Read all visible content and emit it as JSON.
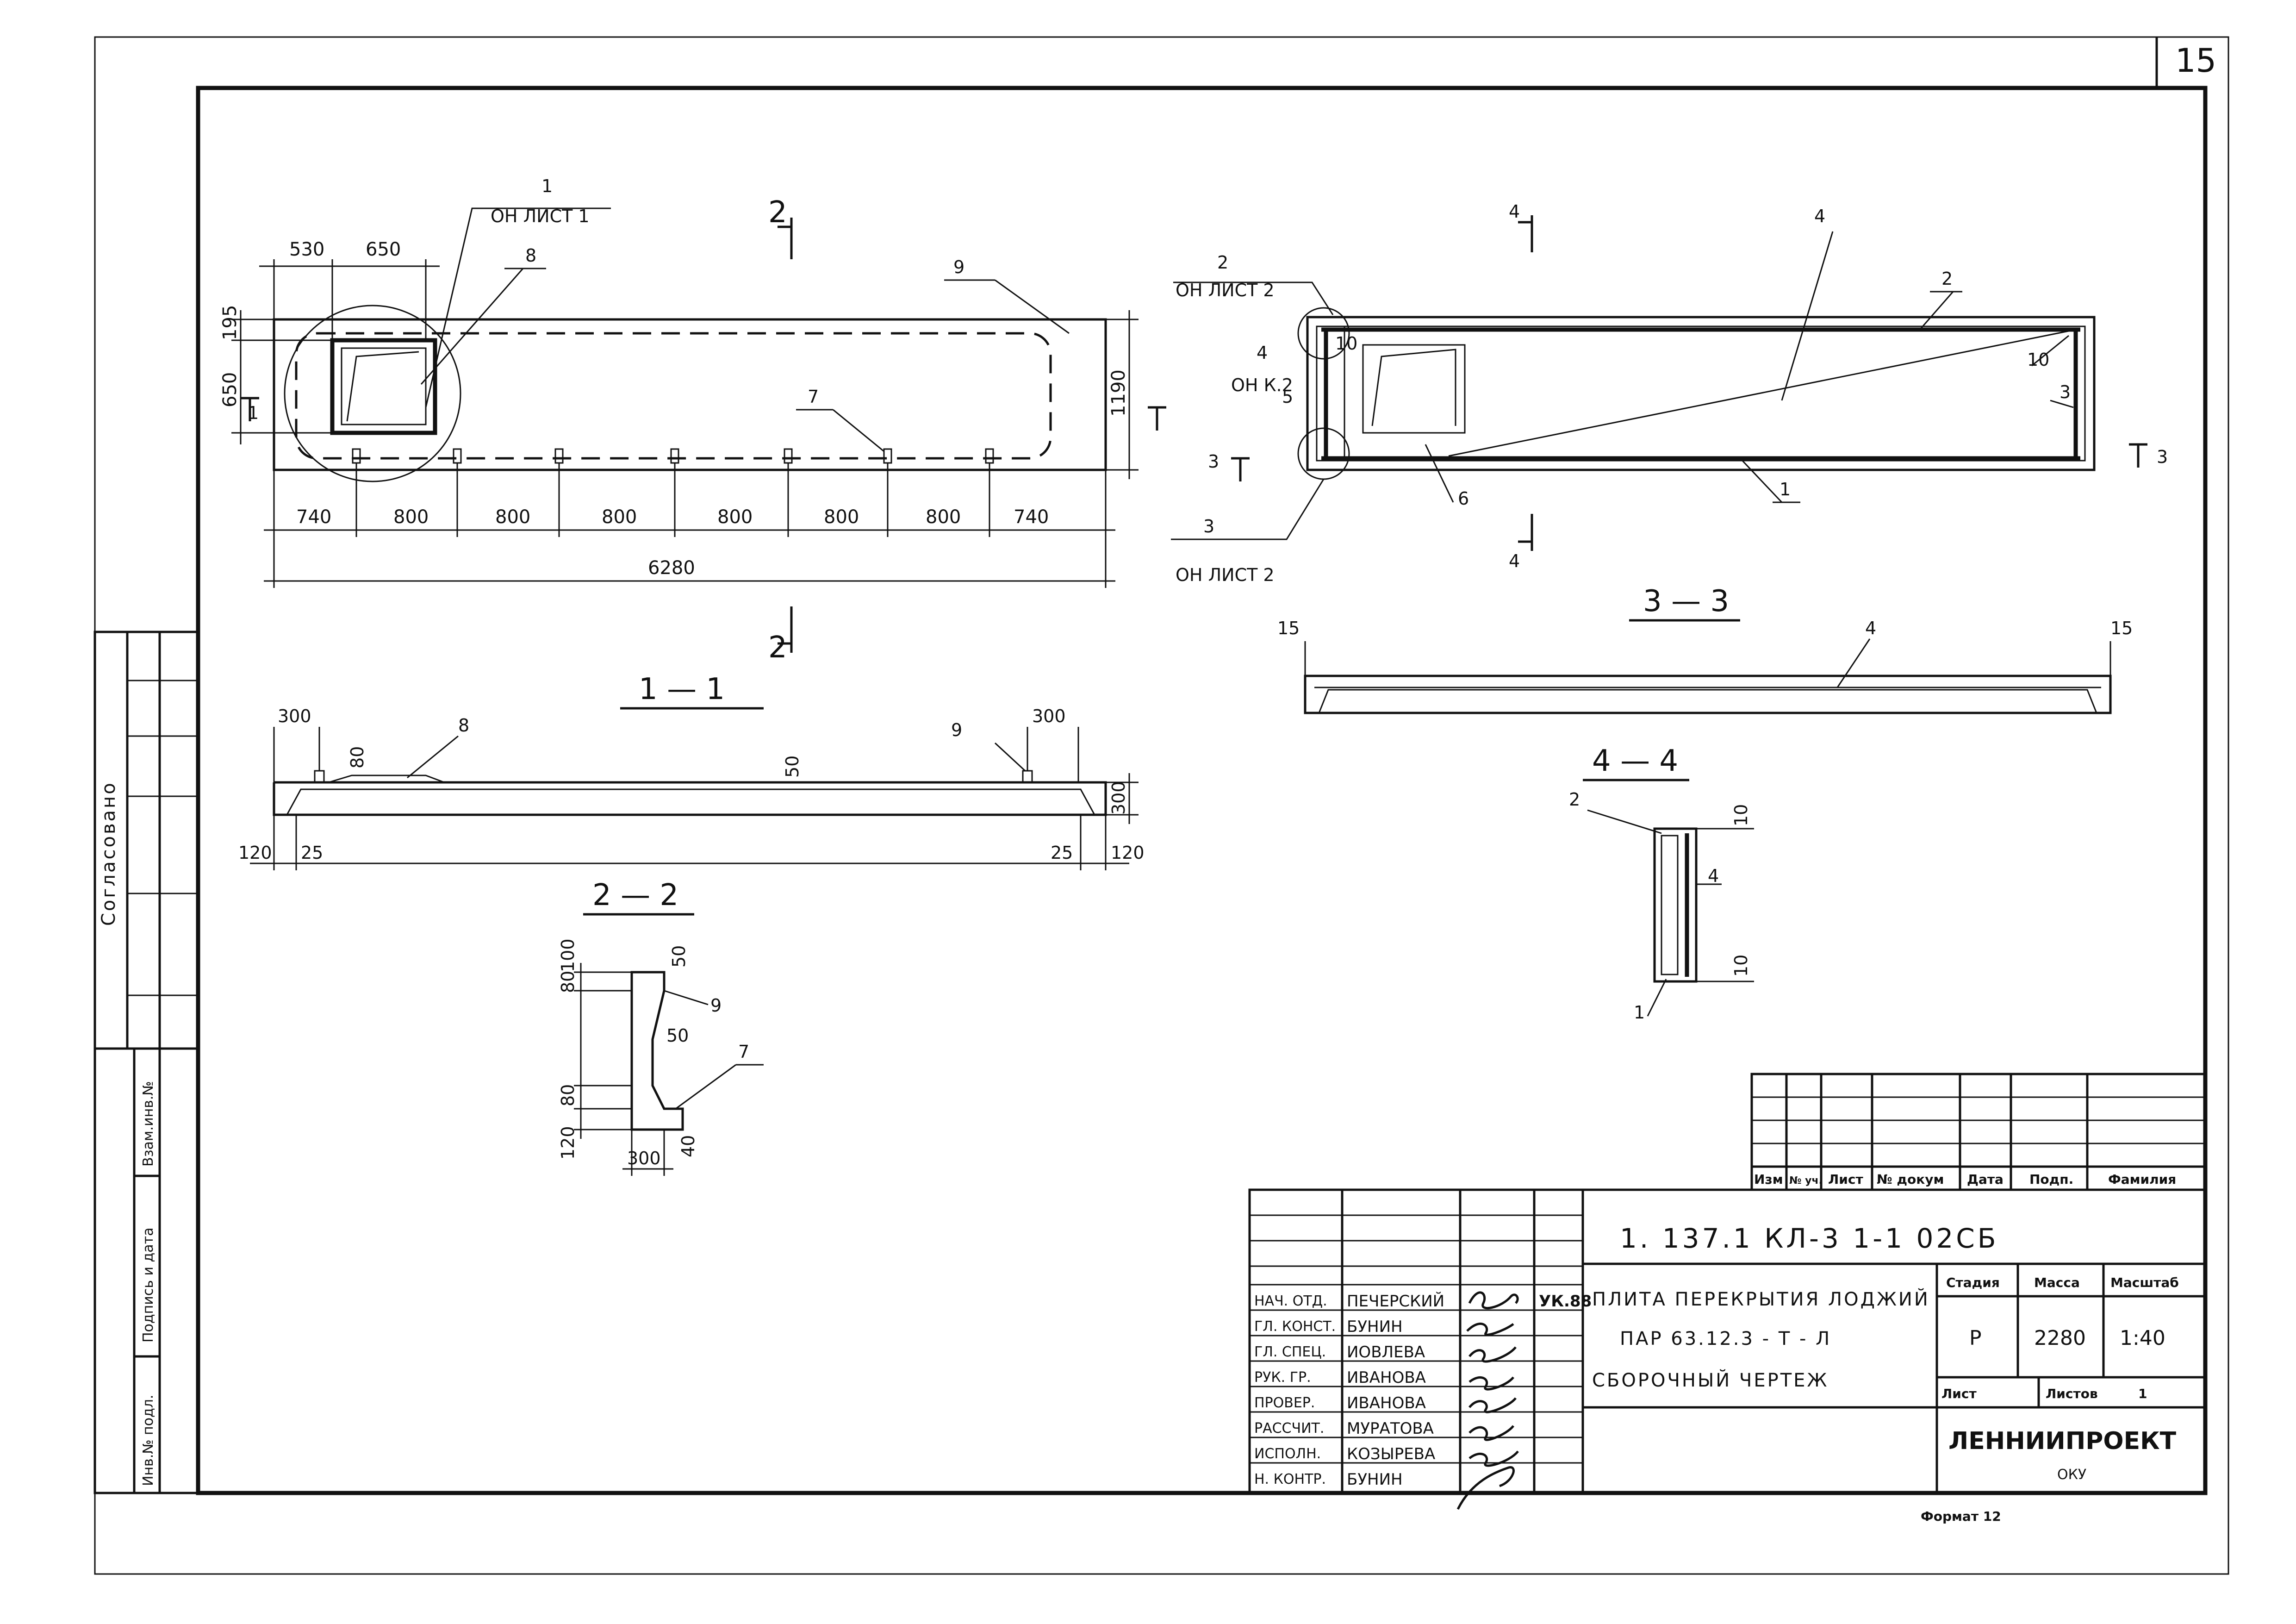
{
  "sheet_number": "15",
  "plan": {
    "dims_top": [
      "530",
      "650"
    ],
    "dim_left_top": "195",
    "dim_left": "650",
    "dim_right": "1190",
    "dims_bottom": [
      "740",
      "800",
      "800",
      "800",
      "800",
      "800",
      "800",
      "740"
    ],
    "dim_total": "6280",
    "callout_1": "1",
    "callout_1_note": "ОН ЛИСТ 1",
    "callout_8": "8",
    "callout_9": "9",
    "callout_7": "7",
    "section_2_top": "2",
    "section_2_bottom": "2",
    "section_1_mark": "1"
  },
  "plan2": {
    "callout_2": "2",
    "callout_2_note": "ОН ЛИСТ 2",
    "callout_3": "3",
    "callout_3_note": "ОН ЛИСТ 2",
    "callout_4": "4",
    "callout_2b": "2",
    "callout_10a": "10",
    "callout_10b": "10",
    "callout_3b": "3",
    "callout_1": "1",
    "callout_6": "6",
    "callout_5": "5",
    "callout_4k": "4",
    "callout_4k_note": "ОН К.2",
    "section_4_top": "4",
    "section_4_bottom": "4",
    "section_3_left": "3",
    "section_3_right": "3"
  },
  "sec33": {
    "title": "3 — 3",
    "dim_left": "15",
    "dim_right": "15",
    "callout_4": "4"
  },
  "sec11": {
    "title": "1 — 1",
    "dim_300_left": "300",
    "dim_300_right": "300",
    "dim_80": "80",
    "dim_50": "50",
    "dim_h300": "300",
    "dims_bottom": [
      "120",
      "25",
      "25",
      "120"
    ],
    "callout_8": "8",
    "callout_9": "9"
  },
  "sec22": {
    "title": "2 — 2",
    "dims_left": [
      "80",
      "100",
      "80",
      "120"
    ],
    "dim_50_top": "50",
    "dim_50_mid": "50",
    "dim_40": "40",
    "dim_300": "300",
    "callout_9": "9",
    "callout_7": "7"
  },
  "sec44": {
    "title": "4 — 4",
    "dim_top": "10",
    "dim_bottom": "10",
    "dim_mid": "4",
    "callout_2": "2",
    "callout_1": "1"
  },
  "side_stamp": {
    "soglasovano": "Согласовано",
    "cells": [
      "Взам.инв.№",
      "Подпись и дата",
      "Инв.№ подл."
    ]
  },
  "title_block": {
    "rev_headers": [
      "Изм",
      "№ уч.",
      "Лист",
      "№ докум",
      "Дата",
      "Подп.",
      "Фамилия"
    ],
    "designation": "1. 137.1   КЛ-3   1-1   02СБ",
    "roles": [
      "НАЧ. ОТД.",
      "ГЛ. КОНСТ.",
      "ГЛ. СПЕЦ.",
      "РУК. ГР.",
      "ПРОВЕР.",
      "РАССЧИТ.",
      "ИСПОЛН.",
      "Н. КОНТР."
    ],
    "names": [
      "ПЕЧЕРСКИЙ",
      "БУНИН",
      "ИОВЛЕВА",
      "ИВАНОВА",
      "ИВАНОВА",
      "МУРАТОВА",
      "КОЗЫРЕВА",
      "БУНИН"
    ],
    "approval_mark": "УК.88",
    "title_line1": "ПЛИТА ПЕРЕКРЫТИЯ ЛОДЖИЙ",
    "title_line2": "ПАР 63.12.3 - Т - Л",
    "title_line3": "СБОРОЧНЫЙ ЧЕРТЕЖ",
    "stage_label": "Стадия",
    "mass_label": "Масса",
    "scale_label": "Масштаб",
    "stage": "Р",
    "mass": "2280",
    "scale": "1:40",
    "sheet_label": "Лист",
    "sheets_label": "Листов",
    "sheets": "1",
    "org": "ЛЕННИИПРОЕКТ",
    "org_dept": "ОКУ",
    "format": "Формат 12"
  }
}
